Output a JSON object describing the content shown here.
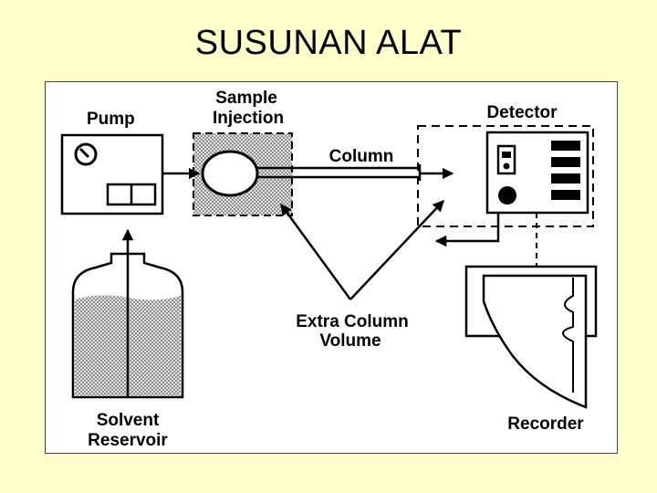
{
  "slide": {
    "title": "SUSUNAN ALAT"
  },
  "labels": {
    "pump": "Pump",
    "sample_line1": "Sample",
    "sample_line2": "Injection",
    "column": "Column",
    "detector": "Detector",
    "extra_line1": "Extra Column",
    "extra_line2": "Volume",
    "solvent_line1": "Solvent",
    "solvent_line2": "Reservoir",
    "recorder": "Recorder"
  },
  "colors": {
    "background": "#ffffcc",
    "panel": "#ffffff",
    "ink": "#000000"
  }
}
